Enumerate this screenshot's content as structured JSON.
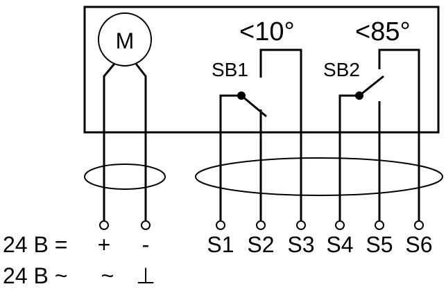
{
  "motor": {
    "label": "M"
  },
  "switches": [
    {
      "name": "SB1",
      "angle": "<10°"
    },
    {
      "name": "SB2",
      "angle": "<85°"
    }
  ],
  "terminals": [
    "S1",
    "S2",
    "S3",
    "S4",
    "S5",
    "S6"
  ],
  "supply": [
    {
      "label": "24 B =",
      "pos": "+",
      "neg": "-"
    },
    {
      "label": "24 B ~",
      "pos": "~",
      "neg": "⊥"
    }
  ]
}
